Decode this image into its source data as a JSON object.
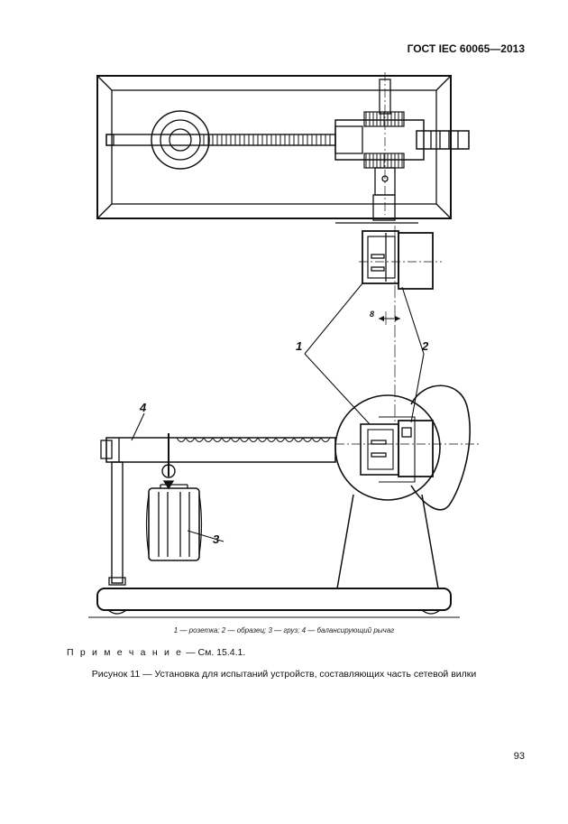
{
  "header": {
    "standard": "ГОСТ IEC 60065—2013"
  },
  "figure": {
    "callouts": {
      "one": "1",
      "two": "2",
      "three": "3",
      "four": "4",
      "dimension": "8"
    },
    "legend": "1 — розетка; 2 — образец; 3 — груз; 4 — балансирующий рычаг",
    "note_label": "П р и м е ч а н и е",
    "note_text": " — См. 15.4.1.",
    "caption": "Рисунок 11 — Установка для испытаний устройств, составляющих часть сетевой вилки"
  },
  "page": {
    "number": "93"
  }
}
